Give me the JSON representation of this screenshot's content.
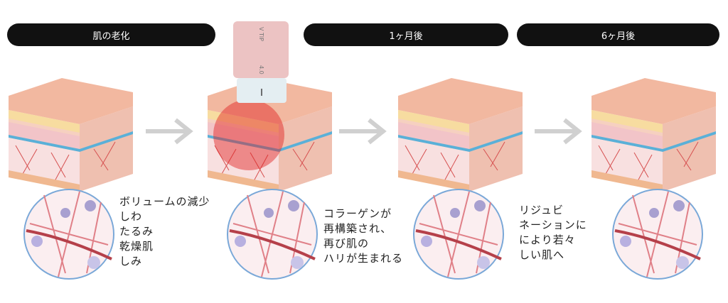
{
  "stages": [
    {
      "label": "肌の老化"
    },
    {
      "label": "1ヶ月後"
    },
    {
      "label": "6ヶ月後"
    }
  ],
  "device": {
    "model_text": "V TIP",
    "size_text": "4.0"
  },
  "descriptions": [
    {
      "lines": [
        "ボリュームの減少",
        "しわ",
        "たるみ",
        "乾燥肌",
        "しみ"
      ]
    },
    {
      "lines": [
        "コラーゲンが",
        "再構築され、",
        "再び肌の",
        "ハリが生まれる"
      ]
    },
    {
      "lines": [
        "リジュビ",
        "ネーションに",
        "により若々",
        "しい肌へ"
      ]
    }
  ],
  "colors": {
    "pill": "#111111",
    "arrow": "#d0d0d0",
    "circle_border": "#7aa8d8",
    "fiber": "#b5404a",
    "device": "#ecc3c3"
  }
}
